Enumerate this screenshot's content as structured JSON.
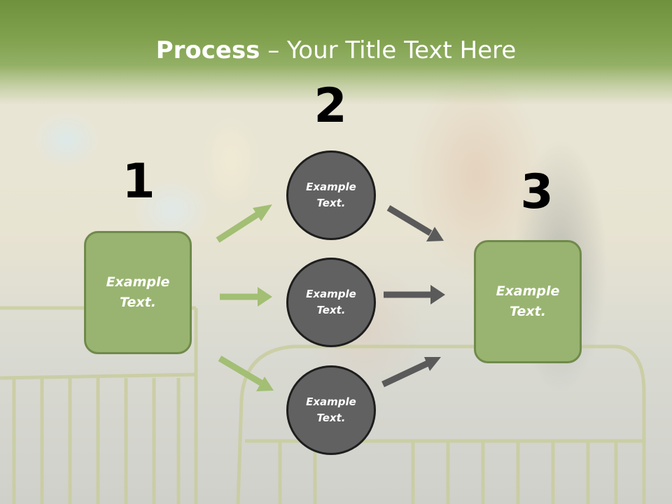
{
  "slide": {
    "title_bold": "Process",
    "title_rest": " – Your Title Text Here"
  },
  "diagram": {
    "step_numbers": [
      "1",
      "2",
      "3"
    ],
    "left_box": {
      "text": "Example Text."
    },
    "circles": [
      {
        "text": "Example Text."
      },
      {
        "text": "Example Text."
      },
      {
        "text": "Example Text."
      }
    ],
    "right_box": {
      "text": "Example Text."
    }
  },
  "colors": {
    "header_green": "#7fa04c",
    "box_fill": "#99b470",
    "box_border": "#6f8a4b",
    "circle_fill": "#616161",
    "circle_border": "#1e1e1e",
    "arrow_green": "#a2bf74",
    "arrow_gray": "#5a5a5a"
  }
}
